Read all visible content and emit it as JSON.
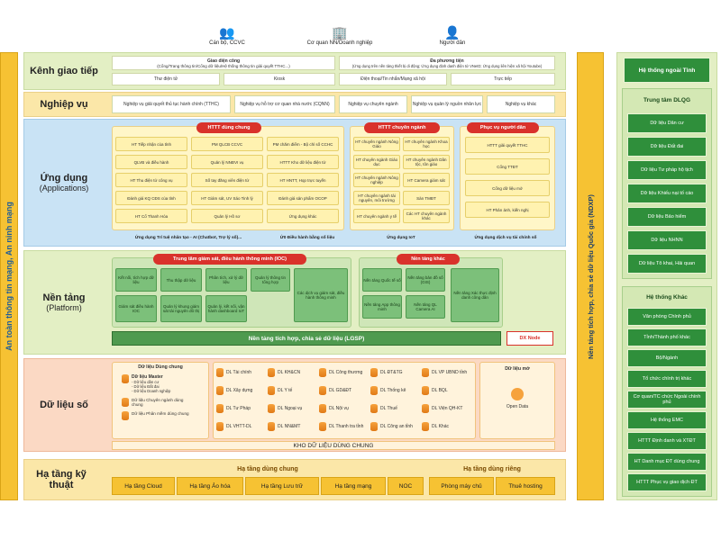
{
  "top_actors": [
    "Cán bộ, CCVC",
    "Cơ quan NN/Doanh nghiệp",
    "Người dân"
  ],
  "left_vertical": "An toàn thông tin mạng, An ninh mạng",
  "rows": {
    "kenh": {
      "label": "Kênh giao tiếp"
    },
    "nghiep": {
      "label": "Nghiệp vụ"
    },
    "ungdung": {
      "label": "Ứng dụng",
      "sub": "(Applications)"
    },
    "nentang": {
      "label": "Nền tảng",
      "sub": "(Platform)"
    },
    "dulieu": {
      "label": "Dữ liệu số"
    },
    "hatang": {
      "label": "Hạ tầng kỹ thuật"
    }
  },
  "kenh": {
    "gd_title": "Giao diện công",
    "gd_text": "(Cổng/Trang thông tin/Cổng dữ liệu/Hệ thống thông tin giải quyết TTHC...)",
    "dp_title": "Đa phương tiện",
    "dp_text": "(Ứng dụng trên nền tảng thiết bị di động; Ứng dụng định danh điện tử VNeID; Ứng dụng liên hiện xã hội Youtube)",
    "items": [
      "Thư điện tử",
      "Kiosk",
      "Điện thoại/Tin nhắn/Mạng xã hội",
      "Trực tiếp"
    ]
  },
  "nghiep": {
    "items": [
      "Nghiệp vụ giải quyết thủ tục hành chính (TTHC)",
      "Nghiệp vụ hỗ trợ cơ quan nhà nước (CQNN)",
      "Nghiệp vụ chuyên ngành",
      "Nghiệp vụ quản lý nguồn nhân lực",
      "Nghiệp vụ khác"
    ]
  },
  "ungdung": {
    "g1_title": "HTTT dùng chung",
    "g1_items": [
      "HT Tiếp nhận của tỉnh",
      "PM QLCB CCVC",
      "PM chăm điểm - Bộ chỉ số CCHC",
      "QLVB và điều hành",
      "Quản lý NNĐVI vụ",
      "HTTT Kho dữ liệu điện tử",
      "HT Thu điện tử công vụ",
      "Số tay đăng viên điện tử",
      "HT HNTT, Họp trực tuyến",
      "Đánh giá KQ CĐS của tỉnh",
      "HT Giám sát, UV Sáo Tinh lý",
      "Đánh giá sản phẩm OCOP",
      "HT Cổ Thanh Hóa",
      "Quản lý Hồ sơ",
      "Ứng dụng khác"
    ],
    "g2_title": "HTTT chuyên ngành",
    "g2_items": [
      "HT chuyên ngành Nông Giáo",
      "HT chuyên ngành Khoa học",
      "HT chuyên ngành Giáo dục",
      "HT chuyên ngành Dân tộc, tôn giáo",
      "HT chuyên ngành Nông nghiệp",
      "HT Camera giám sát",
      "HT chuyên ngành tài nguyên, môi trường",
      "Sàn TMĐT",
      "HT chuyên ngành y tế",
      "Các HT chuyên ngành khác"
    ],
    "g3_title": "Phục vụ người dân",
    "g3_items": [
      "HTTT giải quyết TTHC",
      "Cổng TTĐT",
      "Cổng dữ liệu mở",
      "HT Phản ánh, kiến nghị"
    ],
    "bottom": [
      "Ứng dụng Trí tuệ nhân tạo - AI (Chatbot, Trợ lý số)...",
      "Ứ0 Điều hành bằng số liệu",
      "Ứng dụng IoT",
      "Ứng dụng dịch vụ tài chính số"
    ]
  },
  "nentang": {
    "ioc_title": "Trung tâm giám sát, điều hành thông minh (IOC)",
    "ioc_items": [
      "Kết nối, tích hợp dữ liệu",
      "Thu thập dữ liệu",
      "Phân tích, xử lý dữ liệu",
      "Quản lý thông tin tổng hợp",
      "Các dịch vụ giám sát, điều hành thông minh",
      "Giám sát điều hành IOC",
      "Quản lý khung giám sát tài nguyên đô thị",
      "Quản lý, kết nối, vận hành dashboard IoT"
    ],
    "nk_title": "Nền tảng khác",
    "nk_items": [
      "Nền tảng Quốc tế số",
      "Nền tảng bản đồ số (GIS)",
      "Nền tảng Xác thực định danh công dân",
      "Nền tảng App thông minh",
      "Nền tảng QL Camera AI"
    ],
    "lgsp": "Nền tảng tích hợp, chia sẻ dữ liệu (LGSP)",
    "dxnode": "DX Node"
  },
  "dulieu": {
    "dc_title": "Dữ liệu Dùng chung",
    "dc_items": [
      "Dữ liệu Master",
      "Dữ liệu Chuyên ngành dùng chung",
      "Dữ liệu Phân mềm dùng chung"
    ],
    "dc_sub": [
      "- Dữ liệu dân cư",
      "- Dữ liệu Đất đai",
      "- Dữ liệu Doanh nghiệp"
    ],
    "db": [
      [
        "DL Tài chính",
        "DL KH&CN",
        "DL Công thương",
        "DL ĐT&TG",
        "DL VP UBND tỉnh"
      ],
      [
        "DL Xây dựng",
        "DL Y tế",
        "DL GD&ĐT",
        "DL Thống kê",
        "DL BQL"
      ],
      [
        "DL Tư Pháp",
        "DL Ngoại vụ",
        "DL Nội vụ",
        "DL Thuế",
        "DL Viện QH-KT"
      ],
      [
        "DL VHTT-DL",
        "DL NN&MT",
        "DL Thanh tra tỉnh",
        "DL Công an tỉnh",
        "DL Khác"
      ]
    ],
    "mo_title": "Dữ liệu mở",
    "mo_item": "Open Data",
    "kho": "KHO DỮ LIỆU DÙNG CHUNG"
  },
  "hatang": {
    "dc_title": "Hạ tầng dùng chung",
    "dc_items": [
      "Hạ tầng Cloud",
      "Hạ tầng Ảo hóa",
      "Hạ tầng Lưu trữ",
      "Hạ tầng mạng",
      "NOC"
    ],
    "dr_title": "Hạ tầng dùng riêng",
    "dr_items": [
      "Phòng máy chủ",
      "Thuê hosting"
    ]
  },
  "ndxp": "Nền tảng tích hợp, chia sẻ dữ liệu Quốc gia (NDXP)",
  "right": {
    "ngoai": "Hệ thống ngoài Tỉnh",
    "dlqg": "Trung tâm DLQG",
    "dlqg_items": [
      "Dữ liệu Dân cư",
      "Dữ liệu Đất đai",
      "Dữ liệu Tư pháp hộ tịch",
      "Dữ liệu Khiếu nại tố cáo",
      "Dữ liệu Bảo hiểm",
      "Dữ liệu NHNN",
      "Dữ liệu Tô khai, Hải quan"
    ],
    "khac": "Hệ thống Khác",
    "khac_items": [
      "Văn phòng Chính phủ",
      "Tỉnh/Thành phố khác",
      "Bộ/Ngành",
      "Tổ chức chính trị khác",
      "Cơ quan/TC chức Ngoài chính phủ",
      "Hệ thống EMC",
      "HTTT Định danh và XTĐT",
      "HT Danh mục ĐT dùng chung",
      "HTTT Phục vụ giao dịch ĐT"
    ]
  }
}
